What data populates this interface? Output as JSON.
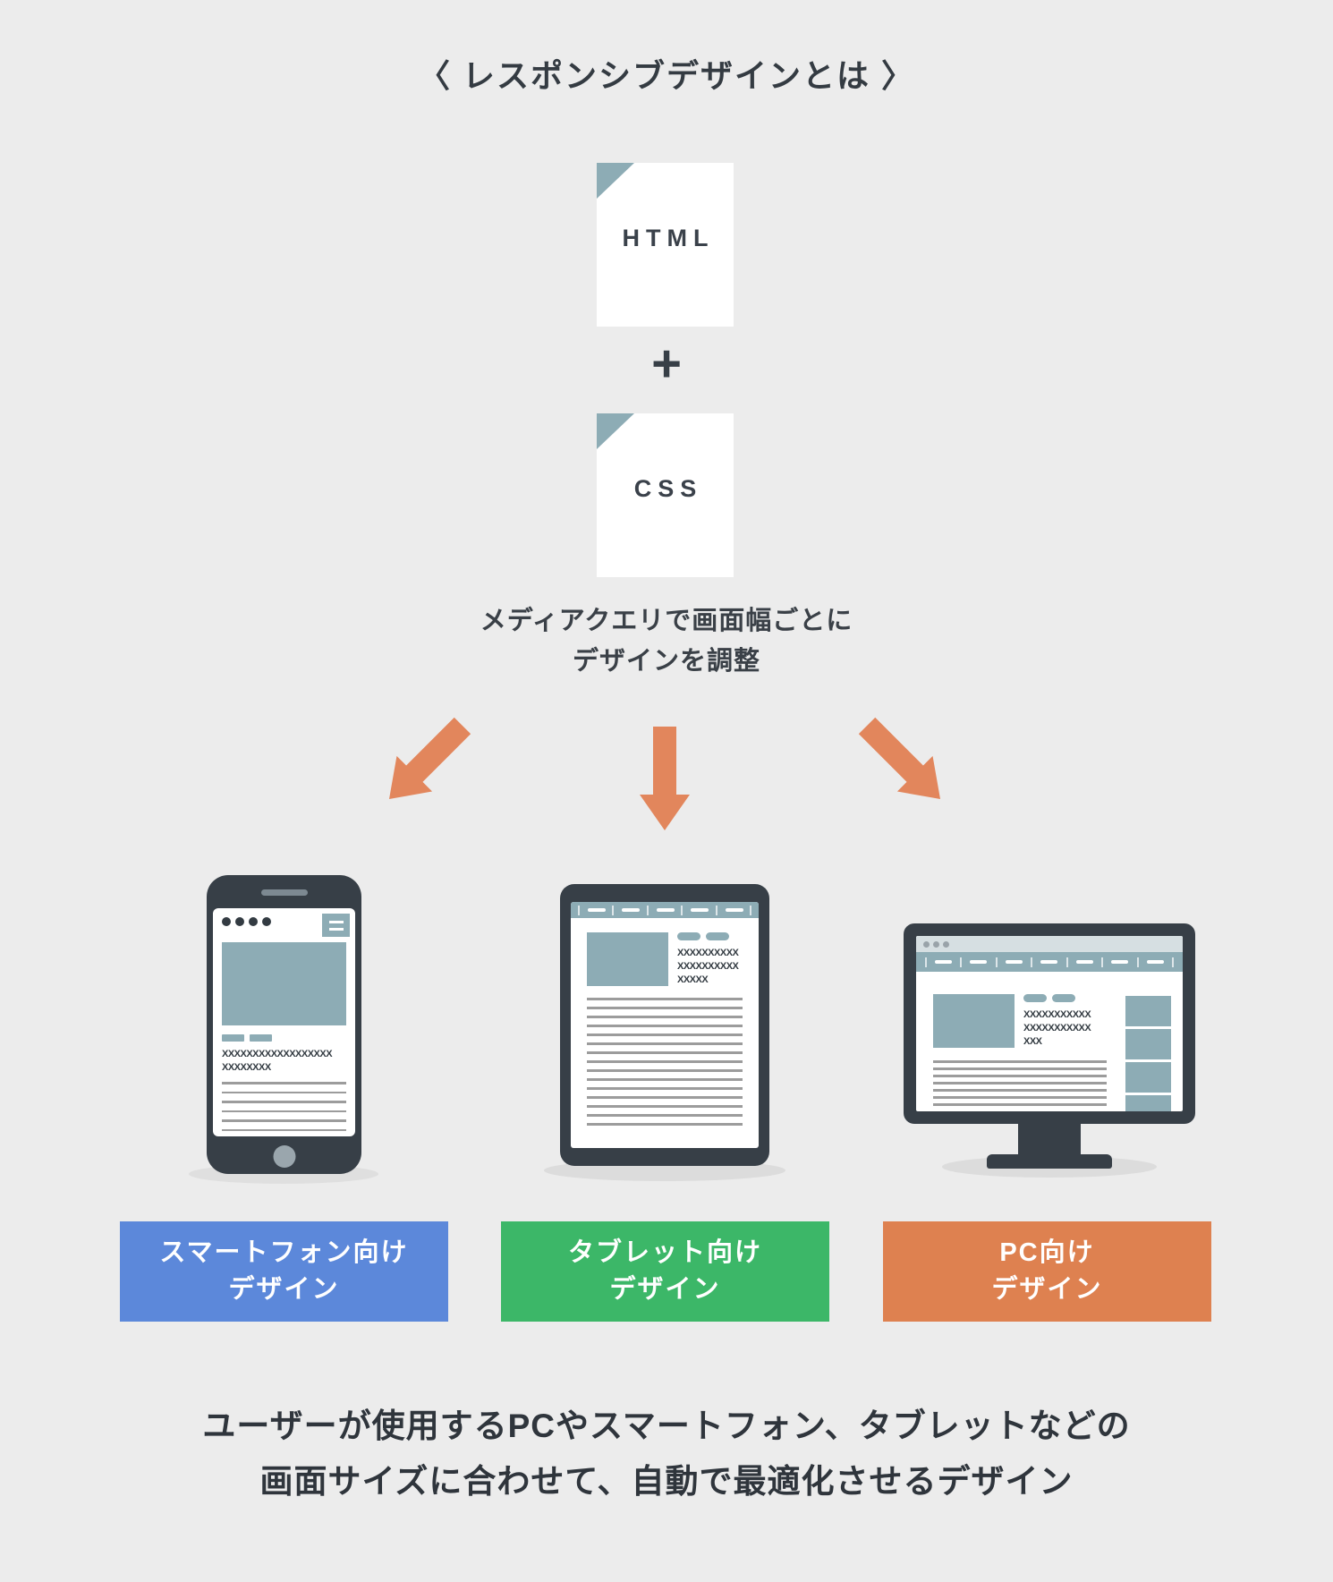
{
  "title": "〈 レスポンシブデザインとは 〉",
  "source_files": {
    "html_label": "HTML",
    "css_label": "CSS",
    "plus_sign": "+"
  },
  "process_note": {
    "line1": "メディアクエリで画面幅ごとに",
    "line2": "デザインを調整"
  },
  "devices": {
    "smartphone": {
      "placeholder_heading_line1": "XXXXXXXXXXXXXXXXXX",
      "placeholder_heading_line2": "XXXXXXXX",
      "header_dot_count": 4,
      "text_line_count": 6
    },
    "tablet": {
      "placeholder_heading_line1": "XXXXXXXXXX",
      "placeholder_heading_line2": "XXXXXXXXXX",
      "placeholder_heading_line3": "XXXXX",
      "nav_item_count": 5,
      "text_line_count": 15
    },
    "pc": {
      "placeholder_heading_line1": "XXXXXXXXXXX",
      "placeholder_heading_line2": "XXXXXXXXXXX",
      "placeholder_heading_line3": "XXX",
      "browser_dot_count": 3,
      "nav_item_count": 7,
      "text_line_count": 7,
      "sidebar_block_count": 4
    }
  },
  "labels": {
    "smartphone": {
      "line1": "スマートフォン向け",
      "line2": "デザイン",
      "color": "#5c88da"
    },
    "tablet": {
      "line1": "タブレット向け",
      "line2": "デザイン",
      "color": "#3cb768"
    },
    "pc": {
      "line1": "PC向け",
      "line2": "デザイン",
      "color": "#de8150"
    }
  },
  "footer": {
    "line1": "ユーザーが使用するPCやスマートフォン、タブレットなどの",
    "line2": "画面サイズに合わせて、自動で最適化させるデザイン"
  },
  "colors": {
    "background": "#ececec",
    "device_dark": "#373f47",
    "bluegray": "#8dacb5",
    "arrow_orange": "#e2865c",
    "browser_bar": "#d6dfe2",
    "line_gray": "#9c9c9c",
    "shadow": "#dfdfdf",
    "text_dark": "#343b42"
  }
}
